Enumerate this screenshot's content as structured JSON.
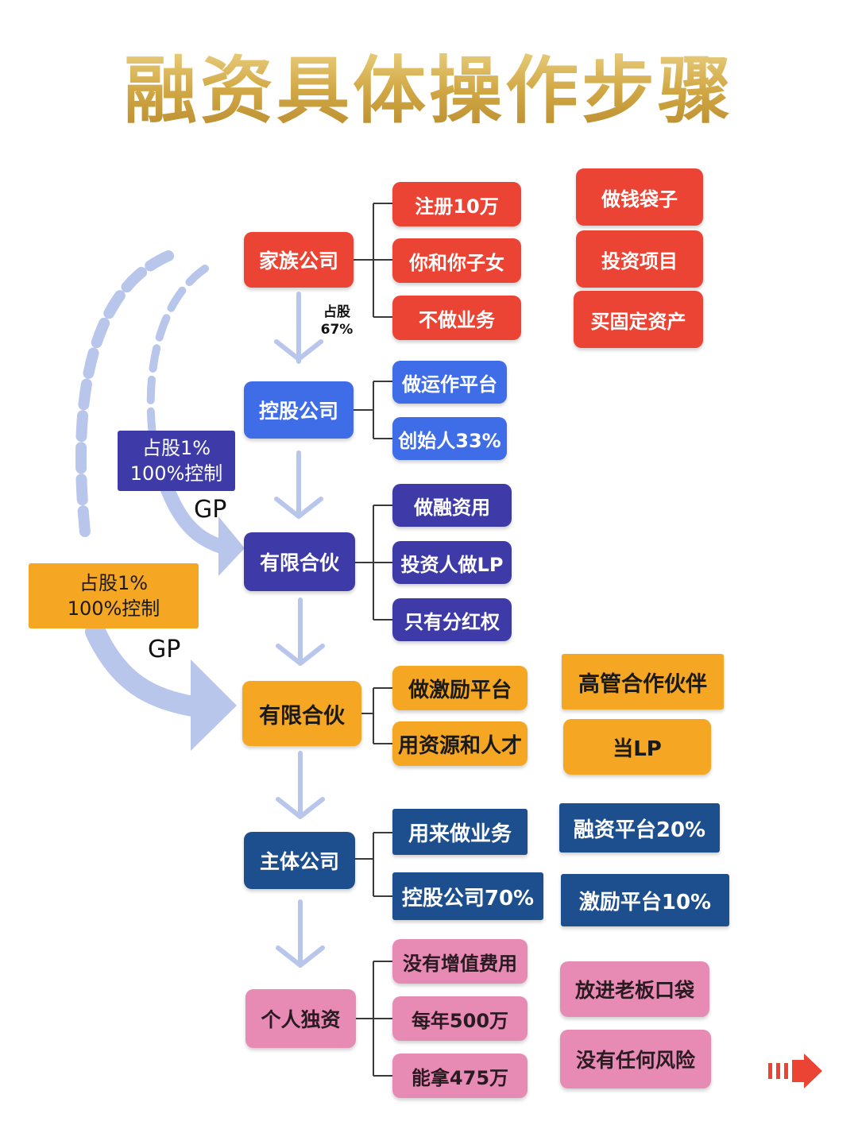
{
  "title": "融资具体操作步骤",
  "family": {
    "node": "家族公司",
    "items": [
      "注册10万",
      "你和你子女",
      "不做业务"
    ],
    "notes": [
      "做钱袋子",
      "投资项目",
      "买固定资产"
    ]
  },
  "arrow_note": {
    "line1": "占股",
    "line2": "67%"
  },
  "holding": {
    "node": "控股公司",
    "items": [
      "做运作平台",
      "创始人33%"
    ]
  },
  "lp1": {
    "node": "有限合伙",
    "items": [
      "做融资用",
      "投资人做LP",
      "只有分红权"
    ]
  },
  "lp2": {
    "node": "有限合伙",
    "items": [
      "做激励平台",
      "用资源和人才"
    ],
    "notes": [
      "高管合作伙伴",
      "当LP"
    ]
  },
  "main_company": {
    "node": "主体公司",
    "items": [
      "用来做业务",
      "控股公司70%"
    ],
    "notes": [
      "融资平台20%",
      "激励平台10%"
    ]
  },
  "sole": {
    "node": "个人独资",
    "items": [
      "没有增值费用",
      "每年500万",
      "能拿475万"
    ],
    "notes": [
      "放进老板口袋",
      "没有任何风险"
    ]
  },
  "control_blue": {
    "line1": "占股1%",
    "line2": "100%控制",
    "gp": "GP"
  },
  "control_orange": {
    "line1": "占股1%",
    "line2": "100%控制",
    "gp": "GP"
  },
  "colors": {
    "red": "#ec4434",
    "blue": "#3f6de8",
    "indigo": "#3e3ba8",
    "orange": "#f5a623",
    "navy": "#1d4f8e",
    "pink": "#e88bb4",
    "arrow": "#b8c6ec",
    "gold": "#d4b25a"
  }
}
